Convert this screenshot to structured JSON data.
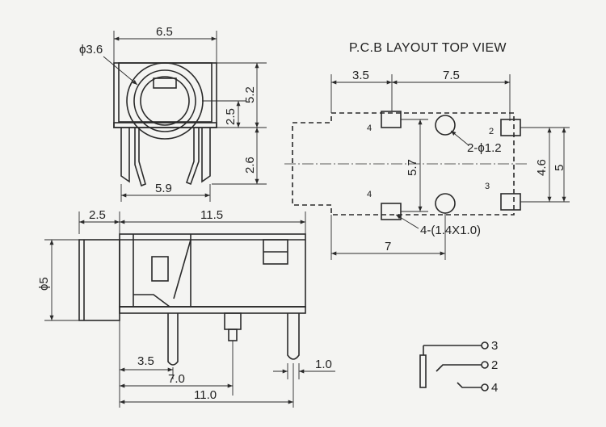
{
  "title": "P.C.B LAYOUT TOP VIEW",
  "front_view": {
    "width": "6.5",
    "hole_dia": "ϕ3.6",
    "height": "5.2",
    "center": "2.5",
    "pin_length": "2.6",
    "pin_span": "5.9"
  },
  "side_view": {
    "nose": "2.5",
    "body_length": "11.5",
    "dia": "ϕ5",
    "pin1": "3.5",
    "pin2": "7.0",
    "total": "11.0",
    "pin_width": "1.0"
  },
  "pcb_view": {
    "left_offset": "3.5",
    "pitch": "7.5",
    "height_inner": "5.7",
    "height_right": "4.6",
    "height_outer": "5",
    "holes": "2-ϕ1.2",
    "pads": "4-(1.4X1.0)",
    "bottom": "7",
    "pin_labels": [
      "4",
      "4",
      "2",
      "3"
    ]
  },
  "schematic": {
    "pins": [
      "3",
      "2",
      "4"
    ]
  }
}
